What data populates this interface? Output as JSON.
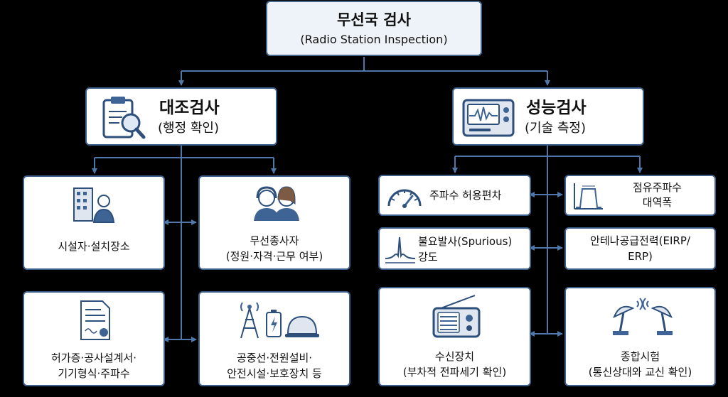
{
  "root": {
    "title": "무선국 검사",
    "subtitle": "(Radio Station Inspection)"
  },
  "left_branch": {
    "title": "대조검사",
    "subtitle": "(행정 확인)",
    "icon": "clipboard-magnifier-icon"
  },
  "right_branch": {
    "title": "성능검사",
    "subtitle": "(기술 측정)",
    "icon": "signal-analyzer-icon"
  },
  "left_items": [
    {
      "line1": "시설자·설치장소",
      "line2": "",
      "icon": "building-person-icon"
    },
    {
      "line1": "무선종사자",
      "line2": "(정원·자격·근무 여부)",
      "icon": "operators-headset-icon"
    },
    {
      "line1": "허가증·공사설계서·",
      "line2": "기기형식·주파수",
      "icon": "certificate-document-icon"
    },
    {
      "line1": "공중선·전원설비·",
      "line2": "안전시설·보호장치 등",
      "icon": "antenna-battery-helmet-icon"
    }
  ],
  "right_items": [
    {
      "line1": "주파수 허용편차",
      "line2": "",
      "icon": "gauge-icon"
    },
    {
      "line1": "점유주파수",
      "line2": "대역폭",
      "icon": "bandwidth-spectrum-icon"
    },
    {
      "line1": "불요발사(Spurious)",
      "line2": "강도",
      "icon": "spurious-spectrum-icon"
    },
    {
      "line1": "안테나공급전력(EIRP/",
      "line2": "ERP)",
      "icon": ""
    },
    {
      "line1": "수신장치",
      "line2": "(부차적 전파세기 확인)",
      "icon": "radio-receiver-icon"
    },
    {
      "line1": "종합시험",
      "line2": "(통신상대와 교신 확인)",
      "icon": "satellite-dishes-icon"
    }
  ],
  "colors": {
    "line": "#4f78aa",
    "border": "#3c5f8c",
    "icon_blue": "#3d6494",
    "background": "#000000"
  }
}
